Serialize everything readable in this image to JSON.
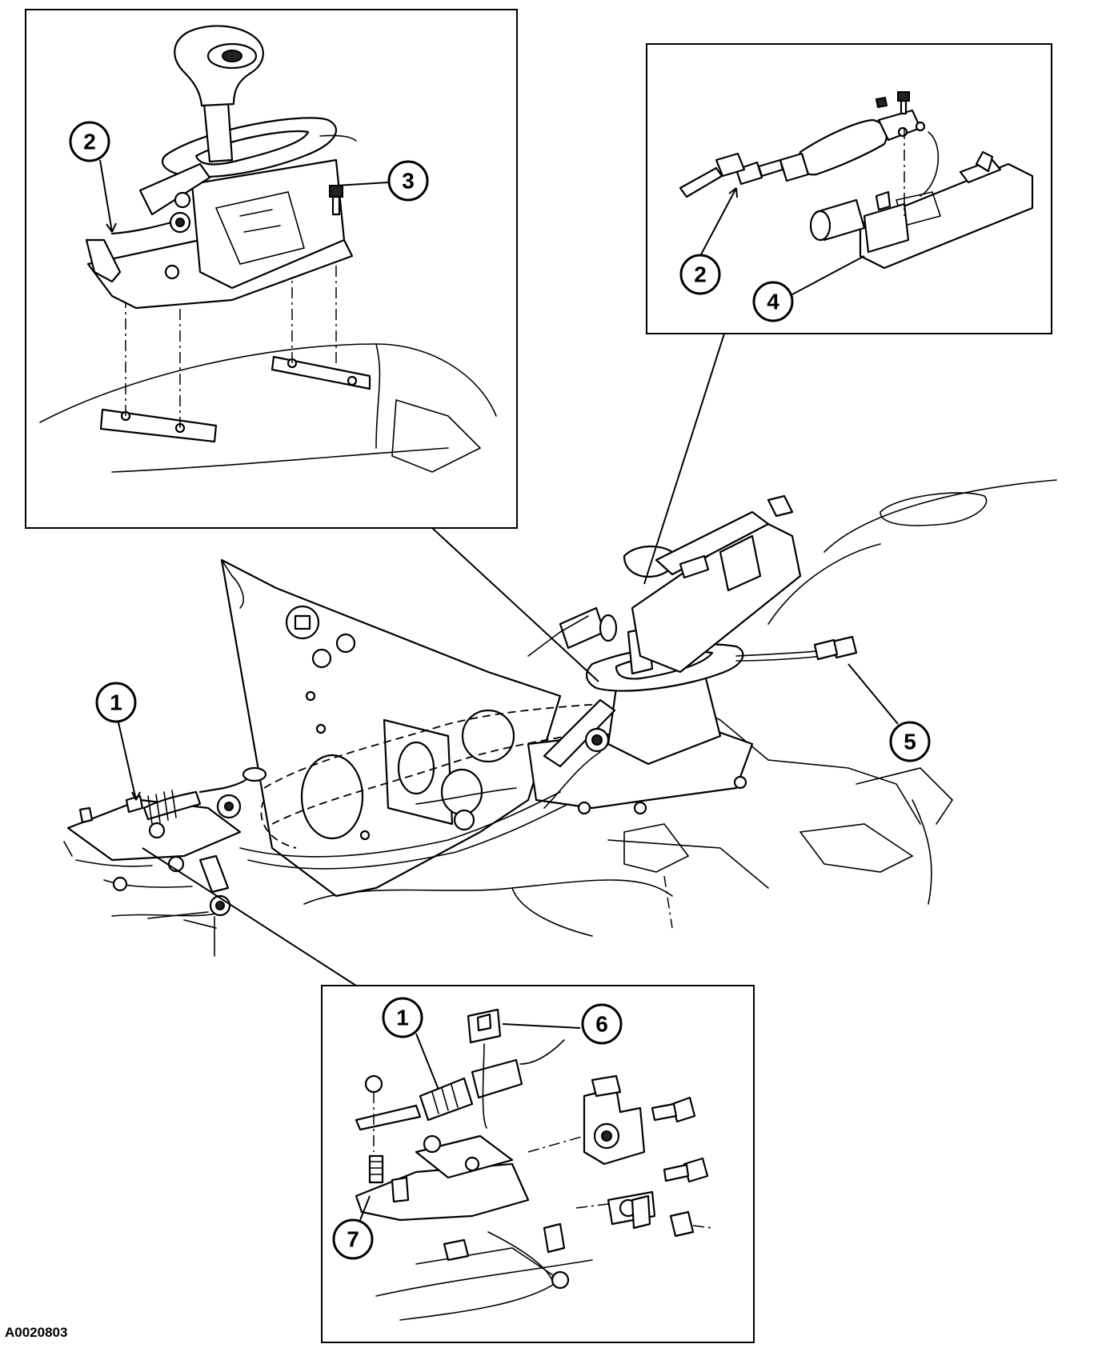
{
  "figure_id": "A0020803",
  "callouts": [
    {
      "key": "1",
      "label": "1"
    },
    {
      "key": "2",
      "label": "2"
    },
    {
      "key": "3",
      "label": "3"
    },
    {
      "key": "4",
      "label": "4"
    },
    {
      "key": "5",
      "label": "5"
    },
    {
      "key": "6",
      "label": "6"
    },
    {
      "key": "7",
      "label": "7"
    }
  ],
  "insets": [
    {
      "key": "shifter-assembly"
    },
    {
      "key": "interlock-connector"
    },
    {
      "key": "cable-lever-attachment"
    }
  ],
  "icons": [
    "shift-knob-icon",
    "shift-cable-icon",
    "bolt-icon",
    "nut-icon",
    "connector-icon",
    "bracket-icon",
    "clip-icon"
  ]
}
